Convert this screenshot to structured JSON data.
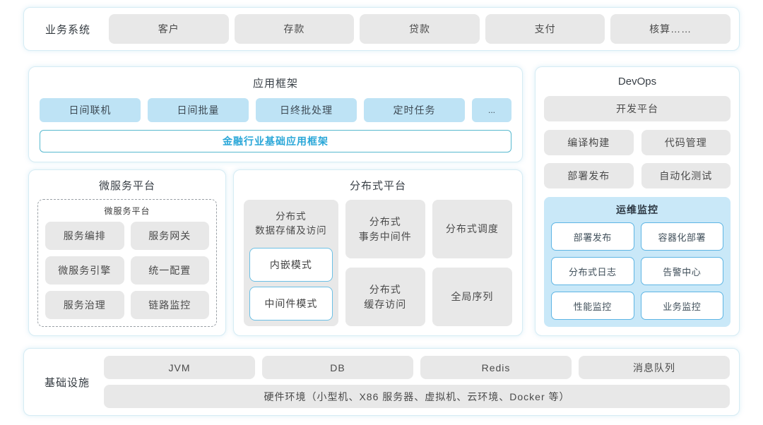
{
  "business": {
    "label": "业务系统",
    "items": [
      "客户",
      "存款",
      "贷款",
      "支付",
      "核算……"
    ]
  },
  "app_framework": {
    "title": "应用框架",
    "items": [
      "日间联机",
      "日间批量",
      "日终批处理",
      "定时任务",
      "..."
    ],
    "base": "金融行业基础应用框架"
  },
  "microservice": {
    "title": "微服务平台",
    "group_title": "微服务平台",
    "items": [
      "服务编排",
      "服务网关",
      "微服务引擎",
      "统一配置",
      "服务治理",
      "链路监控"
    ]
  },
  "distributed": {
    "title": "分布式平台",
    "storage_label": "分布式\n数据存储及访问",
    "storage_modes": [
      "内嵌模式",
      "中间件模式"
    ],
    "middle": [
      "分布式\n事务中间件",
      "分布式\n缓存访问"
    ],
    "right": [
      "分布式调度",
      "全局序列"
    ]
  },
  "devops": {
    "title": "DevOps",
    "platform": "开发平台",
    "items": [
      "编译构建",
      "代码管理",
      "部署发布",
      "自动化测试"
    ],
    "monitor": {
      "title": "运维监控",
      "items": [
        "部署发布",
        "容器化部署",
        "分布式日志",
        "告警中心",
        "性能监控",
        "业务监控"
      ]
    }
  },
  "infrastructure": {
    "label": "基础设施",
    "items": [
      "JVM",
      "DB",
      "Redis",
      "消息队列"
    ],
    "hardware": "硬件环境（小型机、X86 服务器、虚拟机、云环境、Docker 等）"
  },
  "colors": {
    "panel_border": "#d6ecf4",
    "gray_box_bg": "#e8e8e8",
    "accent_blue_bg": "#bee3f5",
    "monitor_bg": "#c9e8f8",
    "monitor_item_border": "#5eb5e4",
    "highlight_border": "#58b9cf",
    "highlight_text": "#2aa7d8"
  }
}
